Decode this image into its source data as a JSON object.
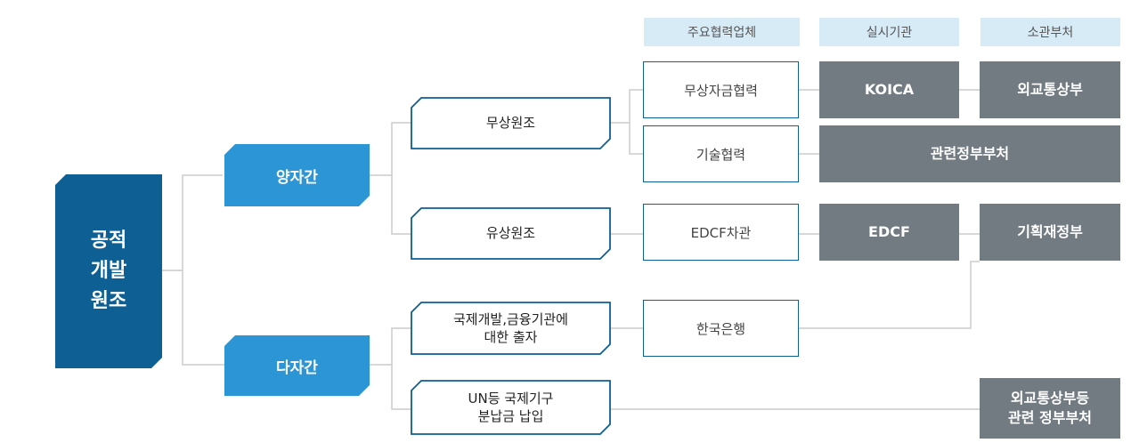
{
  "headers": {
    "partner": "주요협력업체",
    "agency": "실시기관",
    "ministry": "소관부처"
  },
  "root": "공적\n개발\n원조",
  "channels": {
    "bilateral": "양자간",
    "multilateral": "다자간"
  },
  "types": {
    "grant": "무상원조",
    "loan": "유상원조",
    "intl_finance": "국제개발,금융기관에\n대한 출자",
    "un": "UN등 국제기구\n분납금 납입"
  },
  "partners": {
    "grant_fund": "무상자금협력",
    "tech": "기술협력",
    "edcf_loan": "EDCF차관",
    "bok": "한국은행"
  },
  "agencies": {
    "koica": "KOICA",
    "related": "관련정부부처",
    "edcf": "EDCF"
  },
  "ministries": {
    "mofa": "외교통상부",
    "mosf": "기획재정부",
    "mofa_related": "외교통상부등\n관련 정부부처"
  },
  "colors": {
    "root": "#0d5f94",
    "channel": "#2b95d6",
    "header": "#d7ebf6",
    "agency": "#727b82",
    "line": "#cccccc"
  }
}
